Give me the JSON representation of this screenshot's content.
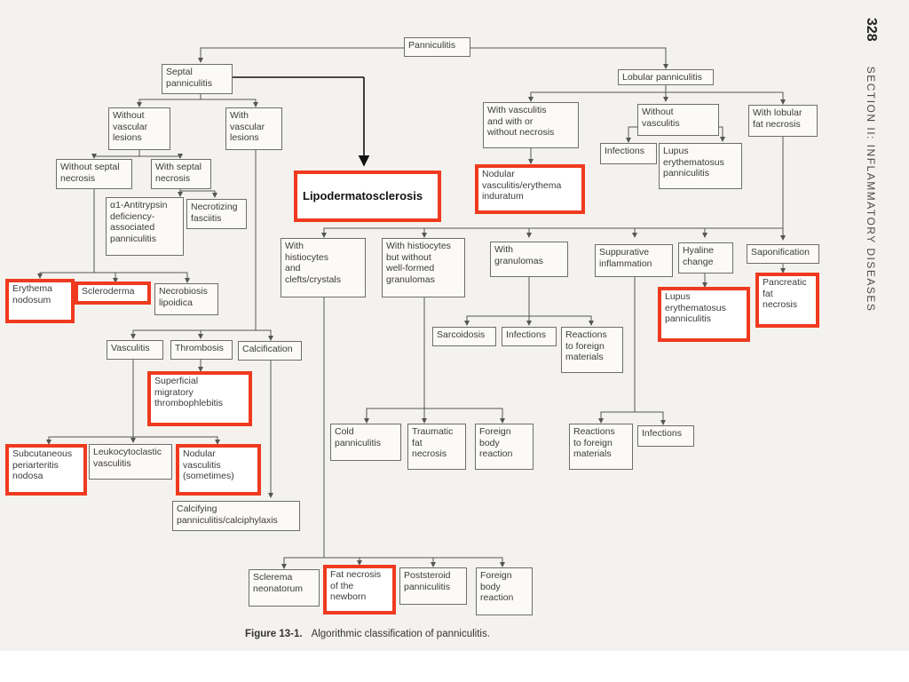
{
  "colors": {
    "highlight": "#ef3a1f",
    "paper": "#f4f2ee",
    "line": "#555555"
  },
  "margin_text": {
    "page_number": "328",
    "section": "SECTION II: INFLAMMATORY DISEASES"
  },
  "figure": {
    "label": "Figure 13-1.",
    "caption": "Algorithmic classification of panniculitis."
  },
  "nodes": {
    "panniculitis": "Panniculitis",
    "septal": "Septal\npanniculitis",
    "lobular": "Lobular panniculitis",
    "without_vascular": "Without\nvascular\nlesions",
    "with_vascular": "With\nvascular\nlesions",
    "without_septal_necrosis": "Without septal\nnecrosis",
    "with_septal_necrosis": "With septal\nnecrosis",
    "alpha1": "α1-Antitrypsin\ndeficiency-\nassociated\npanniculitis",
    "necrotizing": "Necrotizing\nfasciitis",
    "erythema_nodosum": "Erythema\nnodosum",
    "scleroderma": "Scleroderma",
    "necrobiosis": "Necrobiosis\nlipoidica",
    "vasculitis": "Vasculitis",
    "thrombosis": "Thrombosis",
    "calcification": "Calcification",
    "superficial_migratory": "Superficial\nmigratory\nthrombophlebitis",
    "subcutaneous_periarteritis": "Subcutaneous\nperiarteritis\nnodosa",
    "leukocytoclastic": "Leukocytoclastic\nvasculitis",
    "nodular_vasculitis_sometimes": "Nodular\nvasculitis\n(sometimes)",
    "calcifying": "Calcifying\npanniculitis/calciphylaxis",
    "lipodermatosclerosis": "Lipodermatosclerosis",
    "with_vasculitis": "With vasculitis\nand with or\nwithout necrosis",
    "without_vasculitis": "Without\nvasculitis",
    "with_lobular_fat_necrosis": "With lobular\nfat necrosis",
    "nodular_vasculitis_erythema": "Nodular\nvasculitis/erythema\ninduratum",
    "infections_1": "Infections",
    "lupus_1": "Lupus\nerythematosus\npanniculitis",
    "histiocytes_clefts": "With\nhistiocytes\nand\nclefts/crystals",
    "histiocytes_without": "With histiocytes\nbut without\nwell-formed\ngranulomas",
    "granulomas": "With\ngranulomas",
    "suppurative": "Suppurative\ninflammation",
    "hyaline": "Hyaline\nchange",
    "saponification": "Saponification",
    "lupus_2": "Lupus\nerythematosus\npanniculitis",
    "pancreatic": "Pancreatic\nfat\nnecrosis",
    "sarcoidosis": "Sarcoidosis",
    "infections_2": "Infections",
    "reactions_foreign_1": "Reactions\nto foreign\nmaterials",
    "cold": "Cold\npanniculitis",
    "traumatic": "Traumatic\nfat\nnecrosis",
    "foreign_body_1": "Foreign\nbody\nreaction",
    "reactions_foreign_2": "Reactions\nto foreign\nmaterials",
    "infections_3": "Infections",
    "sclerema": "Sclerema\nneonatorum",
    "fat_necrosis_newborn": "Fat necrosis\nof the\nnewborn",
    "poststeroid": "Poststeroid\npanniculitis",
    "foreign_body_2": "Foreign\nbody\nreaction"
  }
}
